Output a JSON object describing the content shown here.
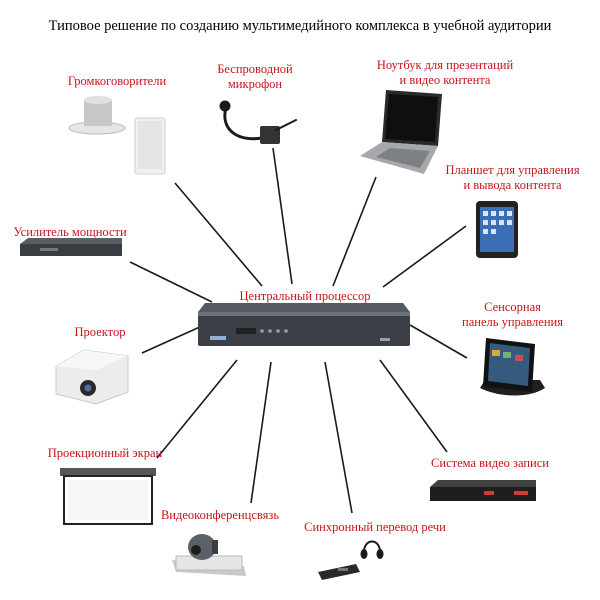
{
  "title": "Типовое решение по созданию мультимедийного комплекса в учебной аудитории",
  "colors": {
    "label": "#c8141c",
    "title": "#000000",
    "connector": "#1a1a1a"
  },
  "center": {
    "label": "Центральный процессор",
    "icon": "central-processor-icon"
  },
  "devices": [
    {
      "id": "speakers",
      "label": "Громкоговорители",
      "icon": "speaker-icon"
    },
    {
      "id": "microphone",
      "label_lines": [
        "Беспроводной",
        "микрофон"
      ],
      "icon": "microphone-icon"
    },
    {
      "id": "laptop",
      "label_lines": [
        "Ноутбук для презентаций",
        "и видео контента"
      ],
      "icon": "laptop-icon"
    },
    {
      "id": "tablet",
      "label_lines": [
        "Планшет для управления",
        "и вывода контента"
      ],
      "icon": "tablet-icon"
    },
    {
      "id": "amplifier",
      "label": "Усилитель мощности",
      "icon": "amplifier-icon"
    },
    {
      "id": "touchpanel",
      "label_lines": [
        "Сенсорная",
        "панель управления"
      ],
      "icon": "touch-panel-icon"
    },
    {
      "id": "projector",
      "label": "Проектор",
      "icon": "projector-icon"
    },
    {
      "id": "screen",
      "label": "Проекционный экран",
      "icon": "projection-screen-icon"
    },
    {
      "id": "recording",
      "label": "Система видео записи",
      "icon": "video-recorder-icon"
    },
    {
      "id": "videoconf",
      "label": "Видеоконференцсвязь",
      "icon": "conference-camera-icon"
    },
    {
      "id": "interpretation",
      "label": "Синхронный перевод речи",
      "icon": "headset-icon"
    }
  ]
}
